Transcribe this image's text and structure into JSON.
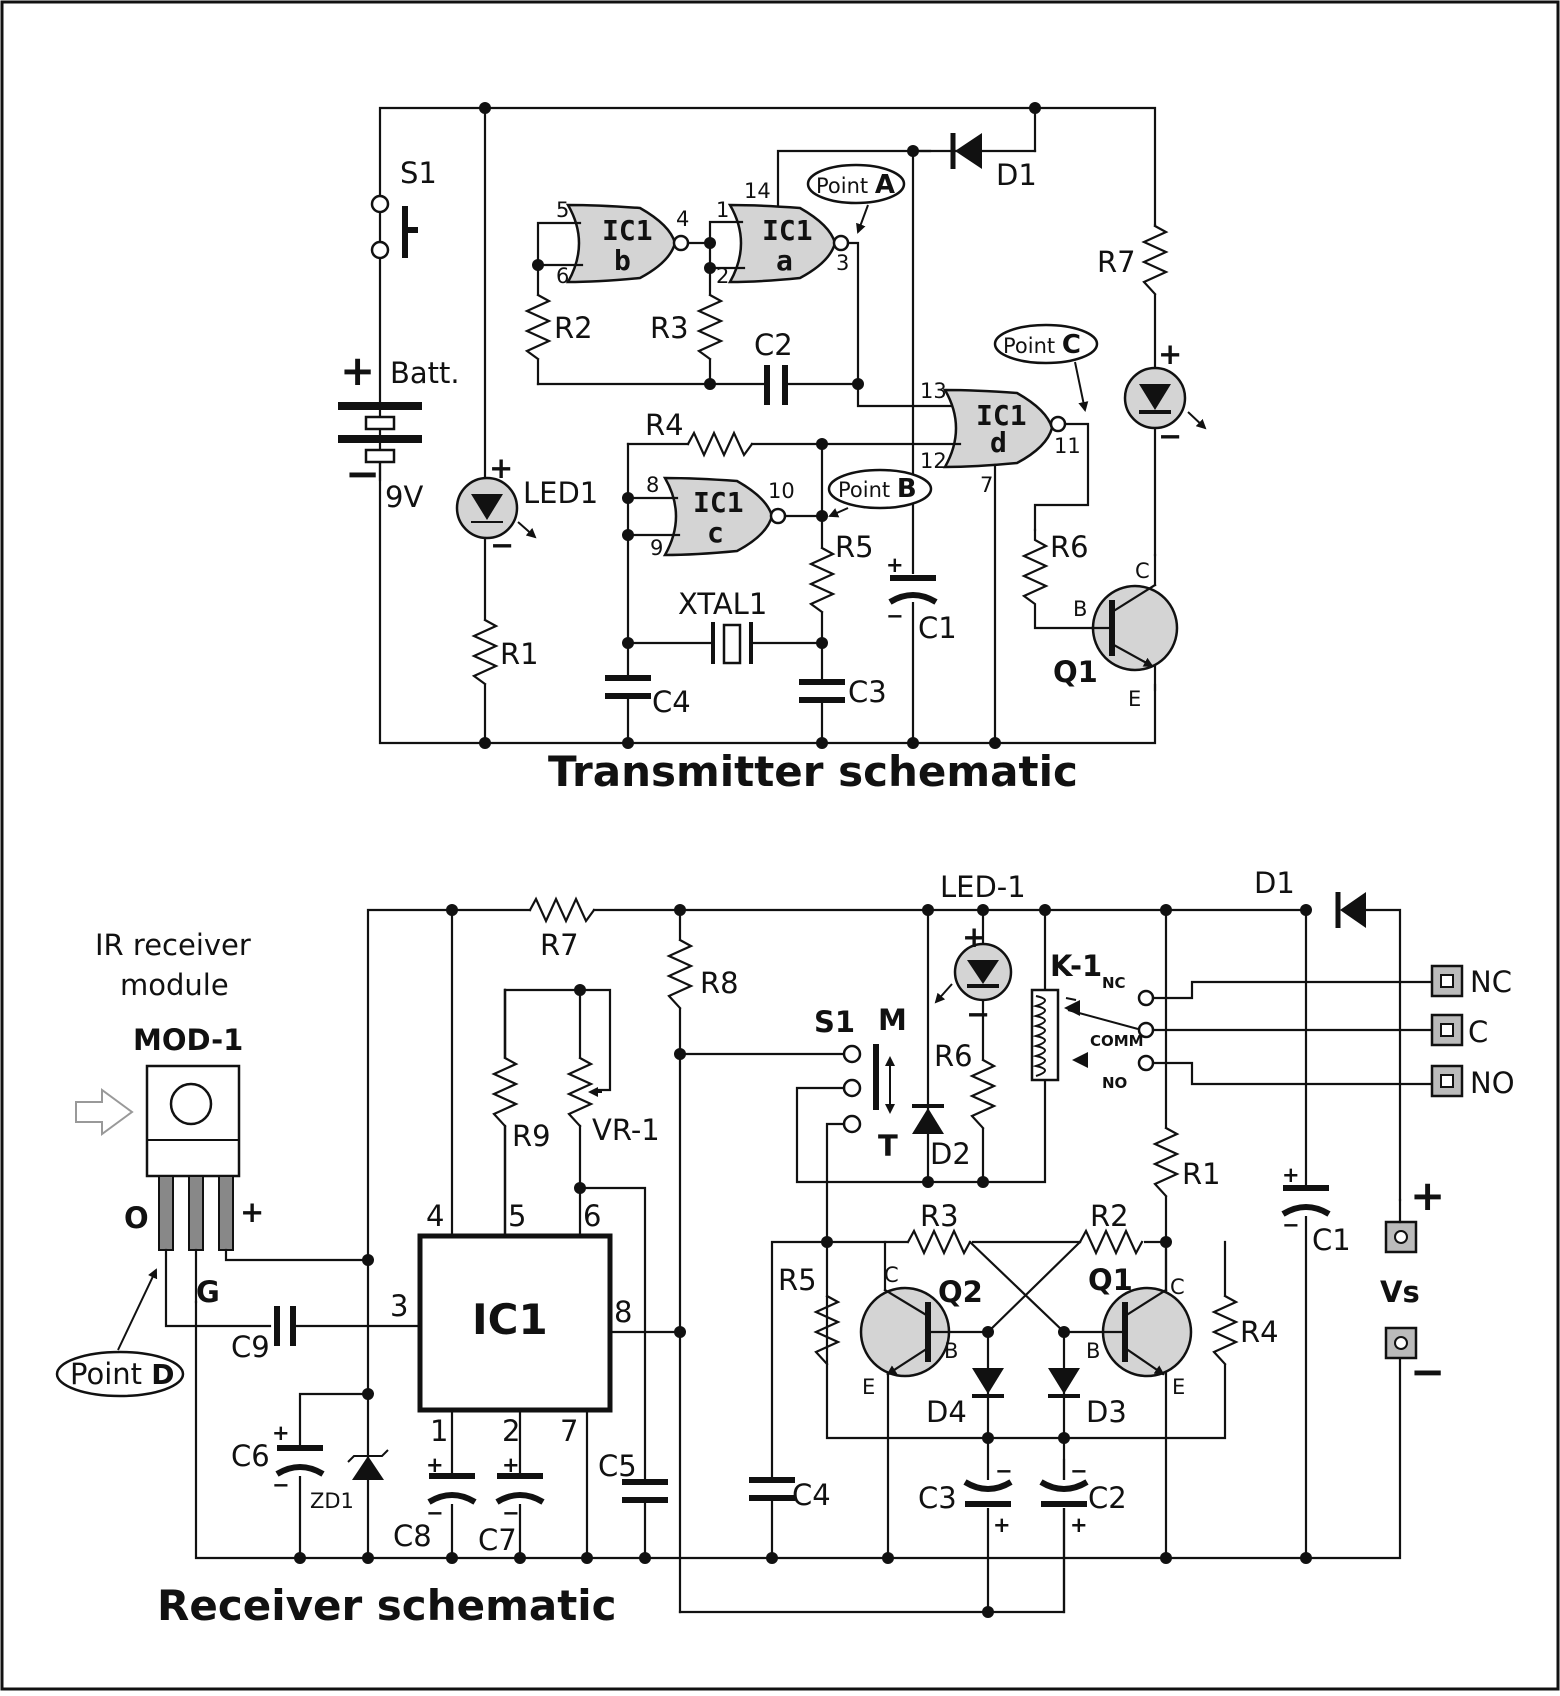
{
  "transmitter": {
    "title": "Transmitter schematic",
    "labels": {
      "s1": "S1",
      "batt": "Batt.",
      "batt_voltage": "9V",
      "led1": "LED1",
      "d1": "D1",
      "r1": "R1",
      "r2": "R2",
      "r3": "R3",
      "r4": "R4",
      "r5": "R5",
      "r6": "R6",
      "r7": "R7",
      "c1": "C1",
      "c2": "C2",
      "c3": "C3",
      "c4": "C4",
      "xtal1": "XTAL1",
      "q1": "Q1",
      "q1_b": "B",
      "q1_c": "C",
      "q1_e": "E"
    },
    "gates": [
      {
        "id": "ic1b",
        "l1": "IC1",
        "l2": "b"
      },
      {
        "id": "ic1a",
        "l1": "IC1",
        "l2": "a"
      },
      {
        "id": "ic1c",
        "l1": "IC1",
        "l2": "c"
      },
      {
        "id": "ic1d",
        "l1": "IC1",
        "l2": "d"
      }
    ],
    "pins": {
      "p5": "5",
      "p6": "6",
      "p4": "4",
      "p1": "1",
      "p2": "2",
      "p14": "14",
      "p3": "3",
      "p13": "13",
      "p12": "12",
      "p11": "11",
      "p7": "7",
      "p8": "8",
      "p9": "9",
      "p10": "10"
    },
    "points": {
      "a": {
        "prefix": "Point",
        "letter": "A"
      },
      "b": {
        "prefix": "Point",
        "letter": "B"
      },
      "c": {
        "prefix": "Point",
        "letter": "C"
      }
    },
    "polarity": {
      "plus": "+",
      "minus": "−"
    }
  },
  "receiver": {
    "title": "Receiver schematic",
    "module_caption_1": "IR receiver",
    "module_caption_2": "module",
    "labels": {
      "mod1": "MOD-1",
      "mod_o": "O",
      "mod_g": "G",
      "mod_plus": "+",
      "ic1": "IC1",
      "r1": "R1",
      "r2": "R2",
      "r3": "R3",
      "r4": "R4",
      "r5": "R5",
      "r6": "R6",
      "r7": "R7",
      "r8": "R8",
      "r9": "R9",
      "vr1": "VR-1",
      "c1": "C1",
      "c2": "C2",
      "c3": "C3",
      "c4": "C4",
      "c5": "C5",
      "c6": "C6",
      "c7": "C7",
      "c8": "C8",
      "c9": "C9",
      "zd1": "ZD1",
      "d1": "D1",
      "d2": "D2",
      "d3": "D3",
      "d4": "D4",
      "led1": "LED-1",
      "k1": "K-1",
      "s1": "S1",
      "m": "M",
      "t": "T",
      "q1": "Q1",
      "q2": "Q2",
      "q_b": "B",
      "q_c": "C",
      "q_e": "E",
      "relay_nc": "NC",
      "relay_comm": "COMM",
      "relay_no": "NO",
      "term_nc": "NC",
      "term_c": "C",
      "term_no": "NO",
      "vs": "Vs",
      "plus": "+",
      "minus": "−"
    },
    "ic_pins": {
      "p4": "4",
      "p5": "5",
      "p6": "6",
      "p3": "3",
      "p8": "8",
      "p1": "1",
      "p2": "2",
      "p7": "7"
    },
    "point_d": {
      "prefix": "Point",
      "letter": "D"
    }
  }
}
